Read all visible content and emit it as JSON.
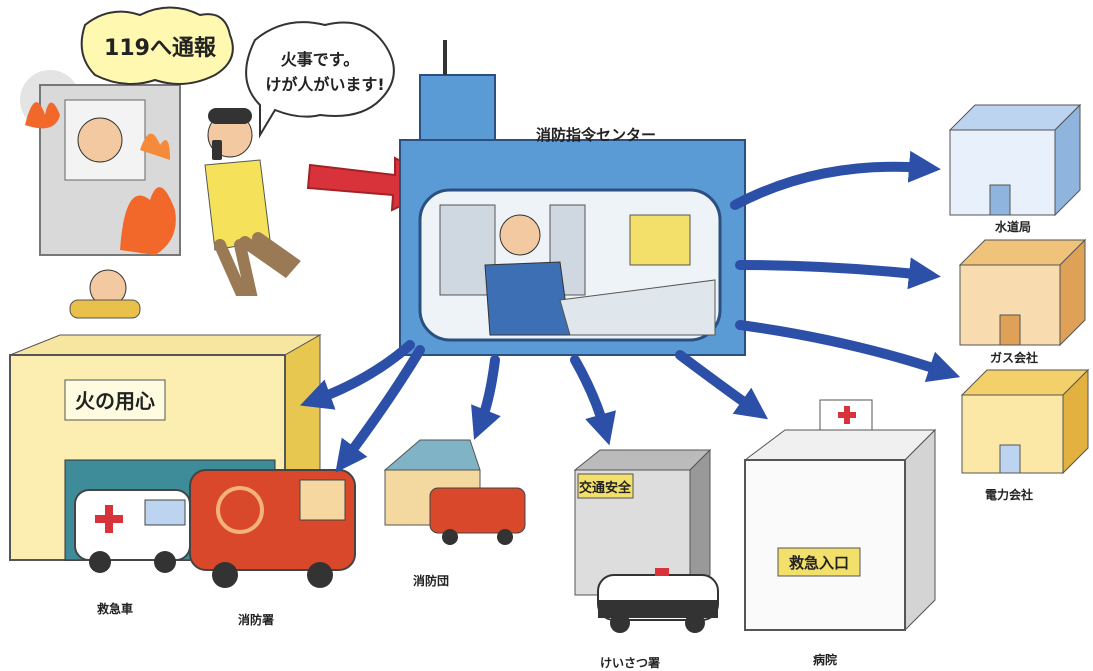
{
  "center": {
    "title": "消防指令センター"
  },
  "caller": {
    "banner": "119へ通報",
    "speech_line1": "火事です。",
    "speech_line2": "けが人がいます!"
  },
  "fire_station": {
    "sign": "火の用心"
  },
  "police_station": {
    "sign": "交通安全"
  },
  "hospital": {
    "sign": "救急入口"
  },
  "labels": {
    "water": "水道局",
    "gas": "ガス会社",
    "power": "電力会社",
    "ambulance": "救急車",
    "fire_station": "消防署",
    "fire_brigade": "消防団",
    "police": "けいさつ署",
    "hospital": "病院"
  },
  "colors": {
    "arrow_blue": "#2c4fa8",
    "arrow_red": "#d8333a",
    "center_blue": "#5b9bd5",
    "fire": "#f2682a"
  }
}
